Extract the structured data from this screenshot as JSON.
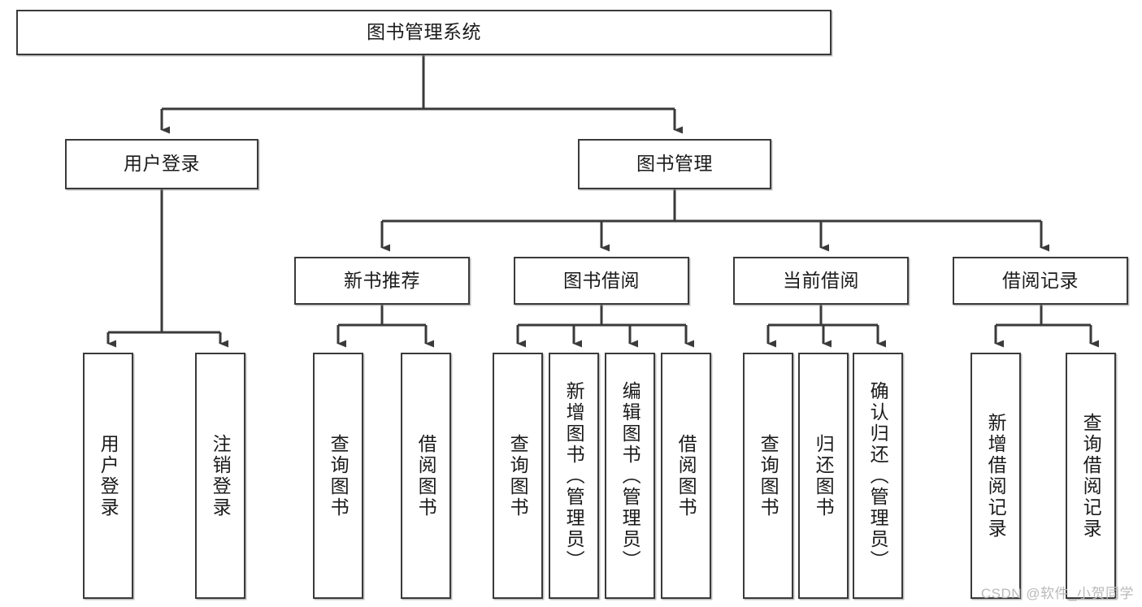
{
  "diagram": {
    "type": "tree-hierarchy",
    "title": "图书管理系统",
    "root": {
      "id": "root",
      "label": "图书管理系统",
      "orientation": "horizontal"
    },
    "level2": [
      {
        "id": "user-login",
        "label": "用户登录",
        "orientation": "horizontal"
      },
      {
        "id": "book-manage",
        "label": "图书管理",
        "orientation": "horizontal"
      }
    ],
    "level3": [
      {
        "id": "new-book-rec",
        "label": "新书推荐",
        "orientation": "horizontal",
        "parent": "book-manage"
      },
      {
        "id": "book-borrow",
        "label": "图书借阅",
        "orientation": "horizontal",
        "parent": "book-manage"
      },
      {
        "id": "current-borrow",
        "label": "当前借阅",
        "orientation": "horizontal",
        "parent": "book-manage"
      },
      {
        "id": "borrow-record",
        "label": "借阅记录",
        "orientation": "horizontal",
        "parent": "book-manage"
      }
    ],
    "leaves": [
      {
        "id": "leaf-user-login",
        "label": "用户登录",
        "parent": "user-login",
        "orientation": "vertical"
      },
      {
        "id": "leaf-user-logout",
        "label": "注销登录",
        "parent": "user-login",
        "orientation": "vertical"
      },
      {
        "id": "leaf-query-book-1",
        "label": "查询图书",
        "parent": "new-book-rec",
        "orientation": "vertical"
      },
      {
        "id": "leaf-borrow-book-1",
        "label": "借阅图书",
        "parent": "new-book-rec",
        "orientation": "vertical"
      },
      {
        "id": "leaf-query-book-2",
        "label": "查询图书",
        "parent": "book-borrow",
        "orientation": "vertical"
      },
      {
        "id": "leaf-add-book",
        "label": "新增图书（管理员）",
        "parent": "book-borrow",
        "orientation": "vertical"
      },
      {
        "id": "leaf-edit-book",
        "label": "编辑图书（管理员）",
        "parent": "book-borrow",
        "orientation": "vertical"
      },
      {
        "id": "leaf-borrow-book-2",
        "label": "借阅图书",
        "parent": "book-borrow",
        "orientation": "vertical"
      },
      {
        "id": "leaf-query-book-3",
        "label": "查询图书",
        "parent": "current-borrow",
        "orientation": "vertical"
      },
      {
        "id": "leaf-return-book",
        "label": "归还图书",
        "parent": "current-borrow",
        "orientation": "vertical"
      },
      {
        "id": "leaf-confirm-return",
        "label": "确认归还（管理员）",
        "parent": "current-borrow",
        "orientation": "vertical"
      },
      {
        "id": "leaf-add-record",
        "label": "新增借阅记录",
        "parent": "borrow-record",
        "orientation": "vertical"
      },
      {
        "id": "leaf-query-record",
        "label": "查询借阅记录",
        "parent": "borrow-record",
        "orientation": "vertical"
      }
    ],
    "colors": {
      "box_border": "#3a3a3a",
      "box_fill": "#ffffff",
      "connector": "#3a3a3a",
      "text": "#1b1b1b",
      "watermark": "#b9b9b9"
    }
  },
  "watermark": {
    "text": "CSDN @软件_小贺同学"
  }
}
